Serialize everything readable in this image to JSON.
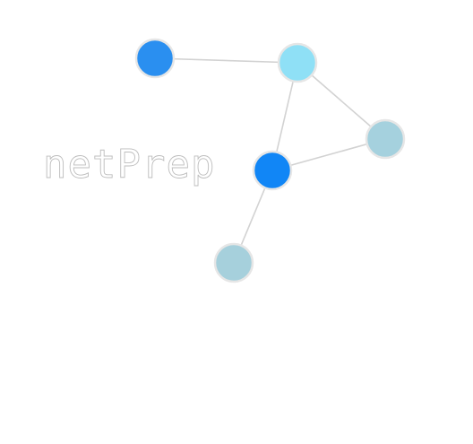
{
  "logo": {
    "wordmark": "netPrep",
    "colors": {
      "edge": "#d2d2d2",
      "node_outline": "#e6e6e6",
      "wordmark_outline": "#bdbdbd",
      "background": "#ffffff"
    },
    "nodes": [
      {
        "id": "n1",
        "color": "#2a8ff0"
      },
      {
        "id": "n2",
        "color": "#8fe0f6"
      },
      {
        "id": "n3",
        "color": "#a5d1de"
      },
      {
        "id": "n4",
        "color": "#1186f6"
      },
      {
        "id": "n5",
        "color": "#a6d0dc"
      }
    ],
    "edges": [
      {
        "from": "n1",
        "to": "n2"
      },
      {
        "from": "n2",
        "to": "n3"
      },
      {
        "from": "n2",
        "to": "n4"
      },
      {
        "from": "n4",
        "to": "n3"
      },
      {
        "from": "n4",
        "to": "n5"
      }
    ]
  }
}
